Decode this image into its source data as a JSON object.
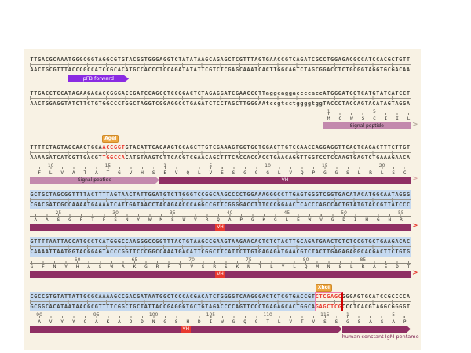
{
  "app": {
    "type": "dna-sequence-map-viewer"
  },
  "colors": {
    "panel_bg": "#f8f2e4",
    "page_bg": "#ffffff",
    "strand_text": "#4a4942",
    "site_red": "#e8392f",
    "selection_highlight": "#c5d9f0",
    "selection_box_border": "#f07eb0",
    "selection_box_cut_line": "#cf0000",
    "enzyme_badge": "#eda63f",
    "signal_peptide_bar": "#c389ad",
    "vh_bar": "#8f2f63",
    "igm_bar": "#8f2f63",
    "primer_arrow": "#8a2be2"
  },
  "rows": [
    {
      "name": "sequence-row-1",
      "top": "TTGACGCAAATGGGCGGTAGGCGTGTACGGTGGGAGGTCTATATAAGCAGAGCTCGTTTAGTGAACCGTCAGATCGCCTGGAGACGCCATCCACGCTGTT",
      "bottom": "AACTGCGTTTACCCGCCATCCGCACATGCCACCCTCCAGATATATTCGTCTCGAGCAAATCACTTGGCAGTCTAGCGGACCTCTGCGGTAGGTGCGACAA",
      "red": [],
      "highlight": null,
      "selbox": null,
      "badges": [],
      "primers": [
        {
          "label": "pFB forward",
          "from": 10,
          "to": 26
        }
      ],
      "aa": [],
      "nums": [],
      "bars": [],
      "cont": null,
      "sublabel": null
    },
    {
      "name": "sequence-row-2",
      "top": "TTGACCTCCATAGAAGACACCGGGACCGATCCAGCCTCCGGACTCTAGAGGATCGAACCCTTaggcaggaccccaccATGGGATGGTCATGTATCATCCT",
      "bottom": "AACTGGAGGTATCTTCTGTGGCCCTGGCTAGGTCGGAGGCCTGAGATCTCCTAGCTTGGGAAtccgtcctggggtggTACCCTACCAGTACATAGTAGGA",
      "red": [],
      "highlight": null,
      "selbox": null,
      "badges": [],
      "primers": [],
      "aa": [
        {
          "start": 77,
          "letters": "MGWSCIIL"
        }
      ],
      "nums": [
        {
          "ch": 77,
          "t": "1"
        },
        {
          "ch": 89,
          "t": "5"
        }
      ],
      "bars": [
        {
          "label": "Signal peptide",
          "from": 77,
          "to": 100,
          "kind": "signal",
          "cap": "flat",
          "label_style": "dark"
        }
      ],
      "cont": "#b9ada0",
      "sublabel": null
    },
    {
      "name": "sequence-row-3",
      "top": "TTTTCTAGTAGCAACTGCAACCGGTGTACATTCAGAAGTGCAGCTTGTCGAAAGTGGTGGTGGACTTGTCCAACCAGGAGGTTCACTCAGACTTTCTTGT",
      "bottom": "AAAAGATCATCGTTGACGTTGGCCACATGTAAGTCTTCACGTCGAACAGCTTTCACCACCACCTGAACAGGTTGGTCCTCCAAGTGAGTCTGAAAGAACA",
      "red": [
        [
          19,
          25
        ]
      ],
      "highlight": null,
      "selbox": null,
      "badges": [
        {
          "text": "AgeI",
          "ch": 19
        }
      ],
      "primers": [],
      "aa": [
        {
          "start": 1,
          "letters": "FLVATATGVHS"
        },
        {
          "start": 34,
          "letters": "EVQLVESGGGLVQPGGSLRLSC"
        }
      ],
      "nums": [
        {
          "ch": 4,
          "t": "10"
        },
        {
          "ch": 19,
          "t": "15"
        },
        {
          "ch": 34,
          "t": "1"
        },
        {
          "ch": 46,
          "t": "5"
        },
        {
          "ch": 61,
          "t": "10"
        },
        {
          "ch": 76,
          "t": "15"
        },
        {
          "ch": 91,
          "t": "20"
        }
      ],
      "bars": [
        {
          "label": "Signal peptide",
          "from": 0,
          "to": 34,
          "kind": "signal",
          "cap": "point",
          "label_style": "dark"
        },
        {
          "label": "VH",
          "from": 34,
          "to": 100,
          "kind": "vh",
          "cap": "flat",
          "label_style": "white"
        }
      ],
      "cont": "#dba8a4",
      "sublabel": null
    },
    {
      "name": "sequence-row-4",
      "top": "GCTGCTAGCGGTTTTACTTTTAGTAACTATTGGATGTCTTGGGTCCGGCAAGCCCCTGGAAAGGGCCTTGAGTGGGTCGGTGACATACATGGCAATAGGG",
      "bottom": "CGACGATCGCCAAAATGAAAATCATTGATAACCTACAGAACCCAGGCCGTTCGGGGACCTTTCCCGGAACTCACCCAGCCACTGTATGTACCGTTATCCC",
      "red": [],
      "highlight": [
        0,
        100
      ],
      "selbox": null,
      "badges": [],
      "primers": [],
      "aa": [
        {
          "start": 0,
          "letters": "AASGFTFSNYWMSWVRQAPGKGLEWVGDIHGNR"
        }
      ],
      "nums": [
        {
          "ch": 6,
          "t": "25"
        },
        {
          "ch": 21,
          "t": "30"
        },
        {
          "ch": 36,
          "t": "35"
        },
        {
          "ch": 51,
          "t": "40"
        },
        {
          "ch": 66,
          "t": "45"
        },
        {
          "ch": 81,
          "t": "50"
        },
        {
          "ch": 96,
          "t": "55"
        }
      ],
      "bars": [
        {
          "label": "VH",
          "from": 0,
          "to": 100,
          "kind": "vh",
          "cap": "flat",
          "label_style": "vhbox"
        }
      ],
      "cont": "#e8392f",
      "sublabel": null
    },
    {
      "name": "sequence-row-5",
      "top": "GTTTTAATTACCATGCCTCATGGGCCAAGGGCCGGTTTACTGTAAGCCGAAGTAAGAACACTCTCTACTTGCAGATGAACTCTCTCCGTGCTGAAGACAC",
      "bottom": "CAAAATTAATGGTACGGAGTACCCGGTTCCCGGCCAAATGACATTCGGCTTCATTCTTGTGAGAGATGAACGTCTACTTGAGAGAGGCACGACTTCTGTG",
      "red": [],
      "highlight": [
        0,
        100
      ],
      "selbox": null,
      "badges": [],
      "primers": [],
      "aa": [
        {
          "start": -1,
          "letters": "GFNYHASWAKGRFTVSRSKNTLYLQMNSLRAEDT"
        }
      ],
      "nums": [
        {
          "ch": 11,
          "t": "60"
        },
        {
          "ch": 26,
          "t": "65"
        },
        {
          "ch": 41,
          "t": "70"
        },
        {
          "ch": 56,
          "t": "75"
        },
        {
          "ch": 71,
          "t": "80"
        },
        {
          "ch": 86,
          "t": "85"
        }
      ],
      "bars": [
        {
          "label": "VH",
          "from": 0,
          "to": 100,
          "kind": "vh",
          "cap": "flat",
          "label_style": "vhbox"
        }
      ],
      "cont": "#e8392f",
      "sublabel": null
    },
    {
      "name": "sequence-row-6",
      "top": "CGCCGTGTATTATTGCGCAAAAGCCGACGATAATGGCTCCCACGACATCTGGGGTCAAGGGACTCTCGTGACCGTCTCGAGCGGGAGTGCATCCGCCCCA",
      "bottom": "GCGGCACATAATAACGCGTTTTCGGCTGCTATTACCGAGGGTGCTGTAGACCCCAGTTCCCTGAGAGCACTGGCAGAGCTCGCCCTCACGTAGGCGGGGT",
      "red": [
        [
          75,
          82
        ]
      ],
      "highlight": [
        0,
        75
      ],
      "selbox": [
        75,
        82
      ],
      "badges": [
        {
          "text": "XhoI",
          "ch": 75
        }
      ],
      "primers": [],
      "aa": [
        {
          "start": 1,
          "letters": "AVYYCAKADDNGSHDIWGQGTLVTVSS"
        },
        {
          "start": 82,
          "letters": "GSASAP"
        }
      ],
      "nums": [
        {
          "ch": 1,
          "t": "90"
        },
        {
          "ch": 16,
          "t": "95"
        },
        {
          "ch": 31,
          "t": "100"
        },
        {
          "ch": 46,
          "t": "105"
        },
        {
          "ch": 61,
          "t": "110"
        },
        {
          "ch": 76,
          "t": "115"
        },
        {
          "ch": 82,
          "t": "1"
        },
        {
          "ch": 94,
          "t": "5"
        }
      ],
      "bars": [
        {
          "label": "VH",
          "from": 0,
          "to": 82,
          "kind": "vh",
          "cap": "point",
          "label_style": "vhbox"
        },
        {
          "label": "",
          "from": 82,
          "to": 100,
          "kind": "igm",
          "cap": "point",
          "label_style": "none"
        }
      ],
      "cont": null,
      "sublabel": {
        "text": "human constant IgM pentame",
        "ch": 82
      }
    }
  ]
}
